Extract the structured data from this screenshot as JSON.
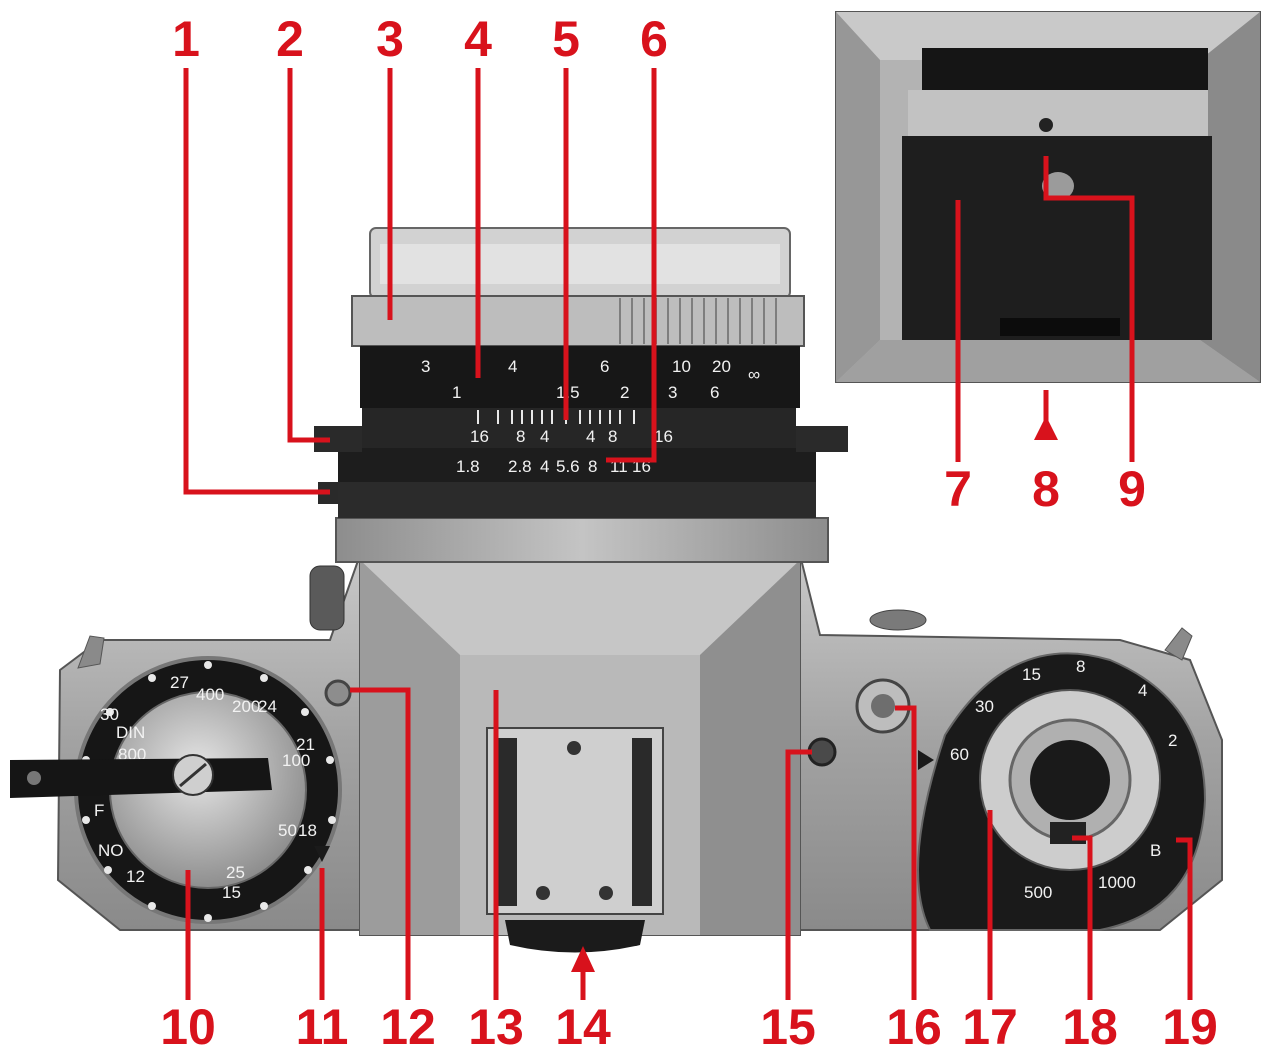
{
  "callouts": {
    "c1": "1",
    "c2": "2",
    "c3": "3",
    "c4": "4",
    "c5": "5",
    "c6": "6",
    "c7": "7",
    "c8": "8",
    "c9": "9",
    "c10": "10",
    "c11": "11",
    "c12": "12",
    "c13": "13",
    "c14": "14",
    "c15": "15",
    "c16": "16",
    "c17": "17",
    "c18": "18",
    "c19": "19"
  },
  "lens": {
    "distance_feet": [
      "3",
      "4",
      "6",
      "10",
      "20",
      "∞"
    ],
    "distance_meters": [
      "1",
      "1.5",
      "2",
      "3",
      "6"
    ],
    "dof_scale": [
      "16",
      "8",
      "4",
      "4",
      "8",
      "16"
    ],
    "aperture_scale": [
      "1.8",
      "2.8",
      "4",
      "5.6",
      "8",
      "11",
      "16"
    ]
  },
  "film_dial": {
    "numbers": [
      "400",
      "27",
      "200",
      "24",
      "100",
      "21",
      "50",
      "18",
      "25",
      "15",
      "12",
      "NO",
      "F",
      "DIN",
      "800",
      "30"
    ]
  },
  "shutter_dial": {
    "numbers": [
      "60",
      "30",
      "15",
      "8",
      "4",
      "2",
      "B",
      "1000",
      "500"
    ]
  },
  "colors": {
    "callout": "#d8121c",
    "body_metal": "#a9a9a9",
    "dark": "#1b1b1b"
  }
}
